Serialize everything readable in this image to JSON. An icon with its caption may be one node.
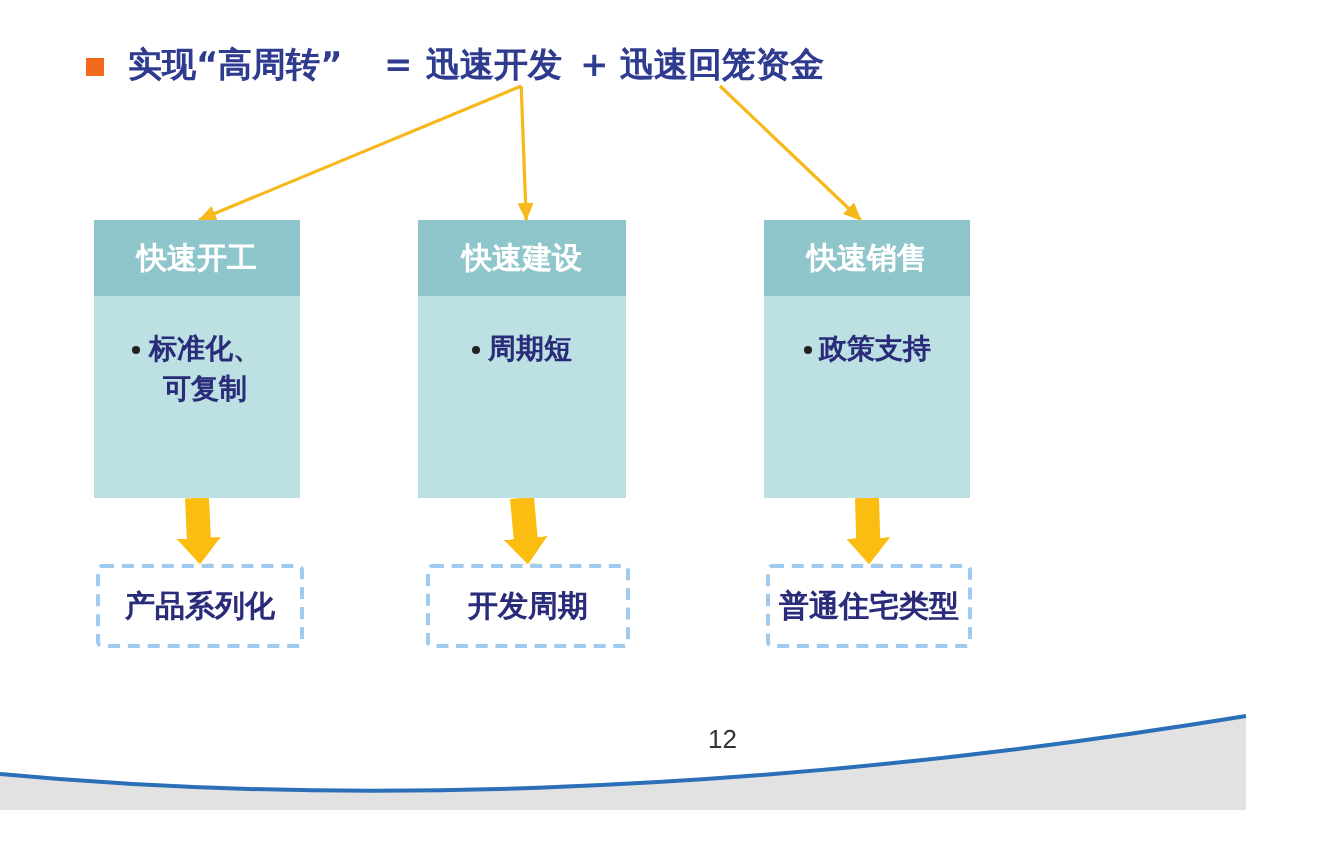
{
  "diagram": {
    "nodes": [
      {
        "text": [
          "迅速开发"
        ]
      },
      {
        "text": [
          "迅速回笼资金"
        ]
      },
      {
        "text": [
          "快速开工",
          "标准化、可复制"
        ]
      },
      {
        "text": [
          "快速建设",
          "周期短"
        ]
      },
      {
        "text": [
          "快速销售",
          "政策支持"
        ]
      },
      {
        "text": [
          "产品系列化"
        ]
      },
      {
        "text": [
          "开发周期"
        ]
      },
      {
        "text": [
          "普通住宅类型"
        ]
      }
    ],
    "edges": [
      {
        "from": 0,
        "to": 2,
        "arrow": "to"
      },
      {
        "from": 0,
        "to": 3,
        "arrow": "to"
      },
      {
        "from": 1,
        "to": 4,
        "arrow": "to"
      },
      {
        "from": 2,
        "to": 5,
        "arrow": "to",
        "style": "thick"
      },
      {
        "from": 3,
        "to": 6,
        "arrow": "to",
        "style": "thick"
      },
      {
        "from": 4,
        "to": 7,
        "arrow": "to",
        "style": "thick"
      }
    ],
    "labels": [
      "实现“高周转”",
      "=",
      "+",
      "12"
    ]
  }
}
